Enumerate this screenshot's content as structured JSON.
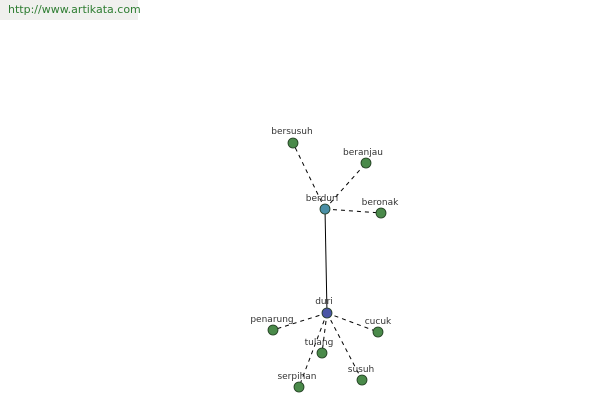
{
  "site": {
    "url": "http://www.artikata.com"
  },
  "colors": {
    "leaf_node": "#4a8a4a",
    "hub_primary": "#4a8fa6",
    "hub_secondary": "#4a55a6",
    "edge": "#000000",
    "url_text": "#2e7d32"
  },
  "graph": {
    "nodes": [
      {
        "id": "berduri",
        "label": "berduri",
        "kind": "hub_primary"
      },
      {
        "id": "duri",
        "label": "duri",
        "kind": "hub_secondary"
      },
      {
        "id": "bersusuh",
        "label": "bersusuh",
        "kind": "leaf"
      },
      {
        "id": "beranjau",
        "label": "beranjau",
        "kind": "leaf"
      },
      {
        "id": "beronak",
        "label": "beronak",
        "kind": "leaf"
      },
      {
        "id": "penarung",
        "label": "penarung",
        "kind": "leaf"
      },
      {
        "id": "cucuk",
        "label": "cucuk",
        "kind": "leaf"
      },
      {
        "id": "tulang",
        "label": "tulang",
        "kind": "leaf"
      },
      {
        "id": "serpihan",
        "label": "serpihan",
        "kind": "leaf"
      },
      {
        "id": "susuh",
        "label": "susuh",
        "kind": "leaf"
      }
    ],
    "edges": [
      {
        "from": "berduri",
        "to": "duri",
        "style": "solid"
      },
      {
        "from": "berduri",
        "to": "bersusuh",
        "style": "dashed"
      },
      {
        "from": "berduri",
        "to": "beranjau",
        "style": "dashed"
      },
      {
        "from": "berduri",
        "to": "beronak",
        "style": "dashed"
      },
      {
        "from": "duri",
        "to": "penarung",
        "style": "dashed"
      },
      {
        "from": "duri",
        "to": "cucuk",
        "style": "dashed"
      },
      {
        "from": "duri",
        "to": "tulang",
        "style": "dashed"
      },
      {
        "from": "duri",
        "to": "serpihan",
        "style": "dashed"
      },
      {
        "from": "duri",
        "to": "susuh",
        "style": "dashed"
      }
    ]
  }
}
